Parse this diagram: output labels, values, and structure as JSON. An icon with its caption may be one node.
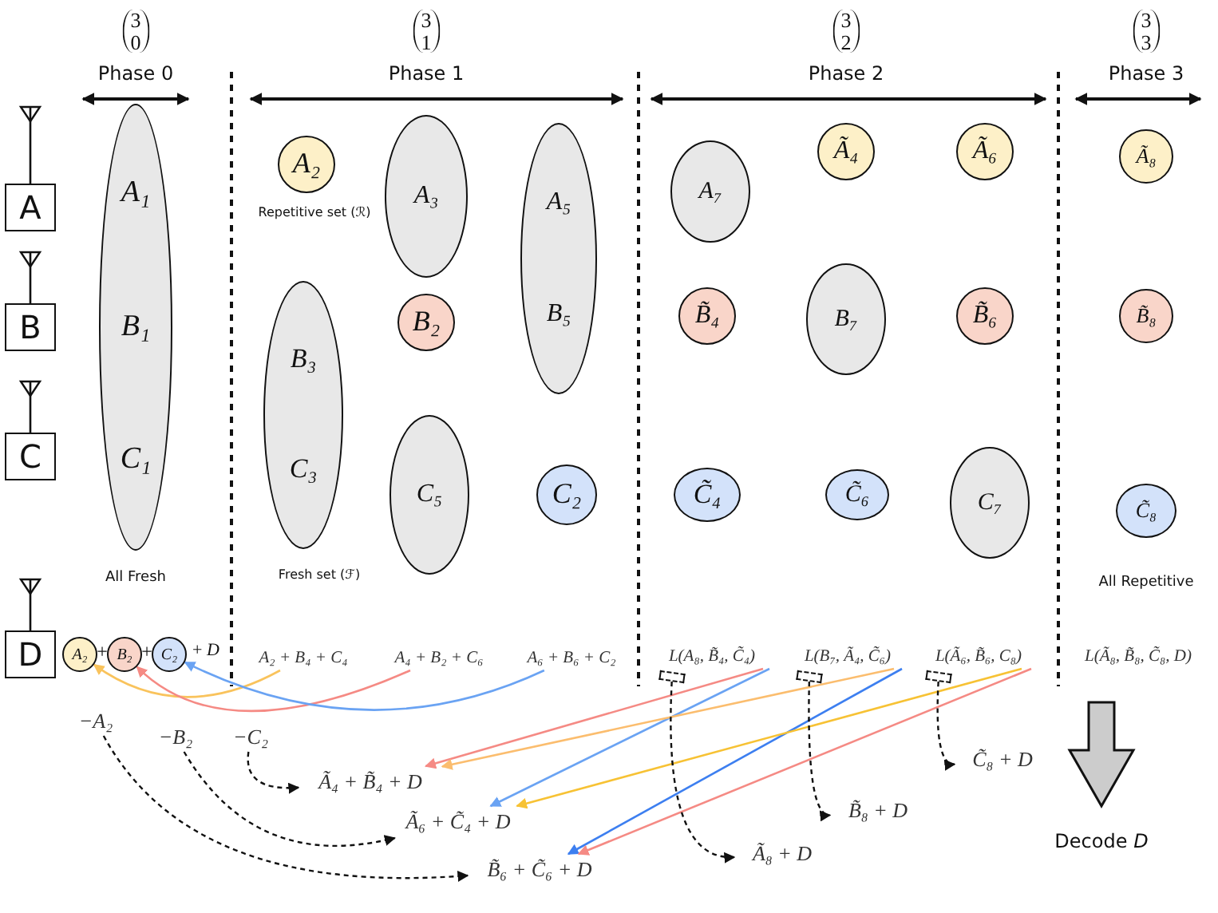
{
  "diagram": {
    "nodes": [
      {
        "text": [
          "A"
        ]
      },
      {
        "text": [
          "B"
        ]
      },
      {
        "text": [
          "C"
        ]
      },
      {
        "text": [
          "D"
        ]
      },
      {
        "text": [
          "A₁",
          "B₁",
          "C₁"
        ]
      },
      {
        "text": [
          "A₂"
        ]
      },
      {
        "text": [
          "A₃"
        ]
      },
      {
        "text": [
          "A₅",
          "B₅"
        ]
      },
      {
        "text": [
          "B₃",
          "C₃"
        ]
      },
      {
        "text": [
          "B₂"
        ]
      },
      {
        "text": [
          "C₅"
        ]
      },
      {
        "text": [
          "C₂"
        ]
      },
      {
        "text": [
          "A₇"
        ]
      },
      {
        "text": [
          "Ã₄"
        ]
      },
      {
        "text": [
          "Ã₆"
        ]
      },
      {
        "text": [
          "B̃₄"
        ]
      },
      {
        "text": [
          "B₇"
        ]
      },
      {
        "text": [
          "B̃₆"
        ]
      },
      {
        "text": [
          "C̃₄"
        ]
      },
      {
        "text": [
          "C̃₆"
        ]
      },
      {
        "text": [
          "C₇"
        ]
      },
      {
        "text": [
          "Ã₈"
        ]
      },
      {
        "text": [
          "B̃₈"
        ]
      },
      {
        "text": [
          "C̃₈"
        ]
      },
      {
        "text": [
          "A₂"
        ]
      },
      {
        "text": [
          "B₂"
        ]
      },
      {
        "text": [
          "C₂"
        ]
      },
      {
        "text": [
          "A₂ + B₄ + C₄"
        ]
      },
      {
        "text": [
          "A₄ + B₂ + C₆"
        ]
      },
      {
        "text": [
          "A₆ + B₆ + C₂"
        ]
      },
      {
        "text": [
          "L(A₈, B̃₄, C̃₄)"
        ]
      },
      {
        "text": [
          "L(B₇, Ã₄, C̃₆)"
        ]
      },
      {
        "text": [
          "L(Ã₆, B̃₆, C₈)"
        ]
      },
      {
        "text": [
          "L(Ã₈, B̃₈, C̃₈, D)"
        ]
      },
      {
        "text": [
          "−A₂"
        ]
      },
      {
        "text": [
          "−B₂"
        ]
      },
      {
        "text": [
          "−C₂"
        ]
      },
      {
        "text": [
          "Ã₄ + B̃₄ + D"
        ]
      },
      {
        "text": [
          "Ã₆ + C̃₄ + D"
        ]
      },
      {
        "text": [
          "B̃₆ + C̃₆ + D"
        ]
      },
      {
        "text": [
          "Ã₈ + D"
        ]
      },
      {
        "text": [
          "B̃₈ + D"
        ]
      },
      {
        "text": [
          "C̃₈ + D"
        ]
      },
      {
        "text": [],
        "shape": "box"
      },
      {
        "text": [],
        "shape": "box"
      },
      {
        "text": [],
        "shape": "box"
      }
    ],
    "edges": [
      {
        "from": 27,
        "to": 24,
        "arrow": "to",
        "color": "#f9c35c"
      },
      {
        "from": 28,
        "to": 25,
        "arrow": "to",
        "color": "#f58a84"
      },
      {
        "from": 29,
        "to": 26,
        "arrow": "to",
        "color": "#6aa3f3"
      },
      {
        "from": 30,
        "to": 37,
        "arrow": "to",
        "color": "#f58a84"
      },
      {
        "from": 30,
        "to": 38,
        "arrow": "to",
        "color": "#6aa3f3"
      },
      {
        "from": 31,
        "to": 37,
        "arrow": "to",
        "color": "#fbbd6e"
      },
      {
        "from": 31,
        "to": 39,
        "arrow": "to",
        "color": "#3d7ff0"
      },
      {
        "from": 32,
        "to": 38,
        "arrow": "to",
        "color": "#f7c234"
      },
      {
        "from": 32,
        "to": 39,
        "arrow": "to",
        "color": "#f58a84"
      },
      {
        "from": 34,
        "to": 39,
        "arrow": "to",
        "style": "dashed"
      },
      {
        "from": 35,
        "to": 38,
        "arrow": "to",
        "style": "dashed"
      },
      {
        "from": 36,
        "to": 37,
        "arrow": "to",
        "style": "dashed"
      },
      {
        "from": 43,
        "to": 40,
        "arrow": "to",
        "style": "dashed"
      },
      {
        "from": 44,
        "to": 41,
        "arrow": "to",
        "style": "dashed"
      },
      {
        "from": 45,
        "to": 42,
        "arrow": "to",
        "style": "dashed"
      }
    ],
    "labels": [
      "3",
      "0",
      "3",
      "1",
      "3",
      "2",
      "3",
      "3",
      "Phase 0",
      "Phase 1",
      "Phase 2",
      "Phase 3",
      "Repetitive set (ℛ)",
      "All Fresh",
      "Fresh set (ℱ)",
      "All Repetitive",
      "+",
      "+",
      "+ *D*",
      "Decode *D*"
    ]
  }
}
